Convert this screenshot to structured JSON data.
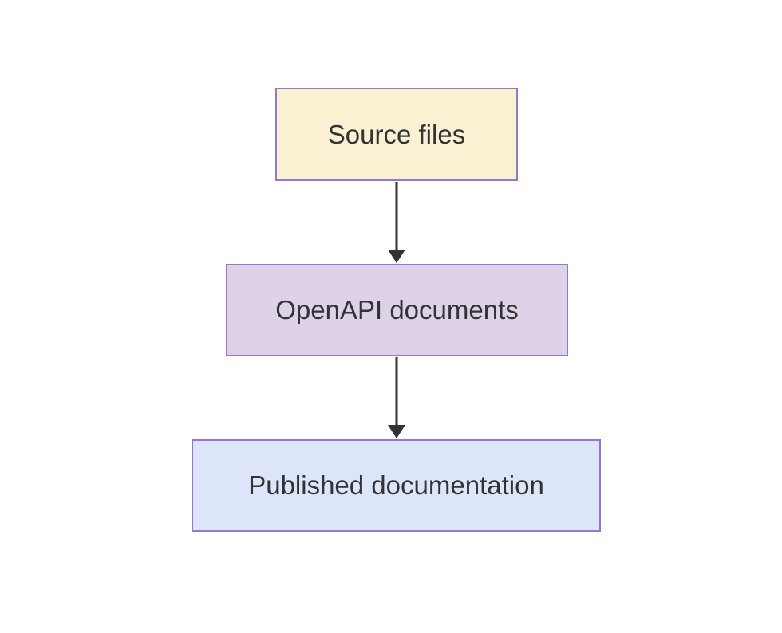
{
  "diagram": {
    "type": "flowchart",
    "direction": "top-down",
    "background_color": "#ffffff",
    "node_border_color": "#9477cf",
    "node_text_color": "#333333",
    "arrow_color": "#333333",
    "nodes": [
      {
        "id": "source-files",
        "label": "Source files",
        "fill": "#faf0d2"
      },
      {
        "id": "openapi-documents",
        "label": "OpenAPI documents",
        "fill": "#ddd2e8"
      },
      {
        "id": "published-documentation",
        "label": "Published documentation",
        "fill": "#dce5f9"
      }
    ],
    "edges": [
      {
        "from": "source-files",
        "to": "openapi-documents",
        "style": "solid-arrow"
      },
      {
        "from": "openapi-documents",
        "to": "published-documentation",
        "style": "solid-arrow"
      }
    ]
  }
}
